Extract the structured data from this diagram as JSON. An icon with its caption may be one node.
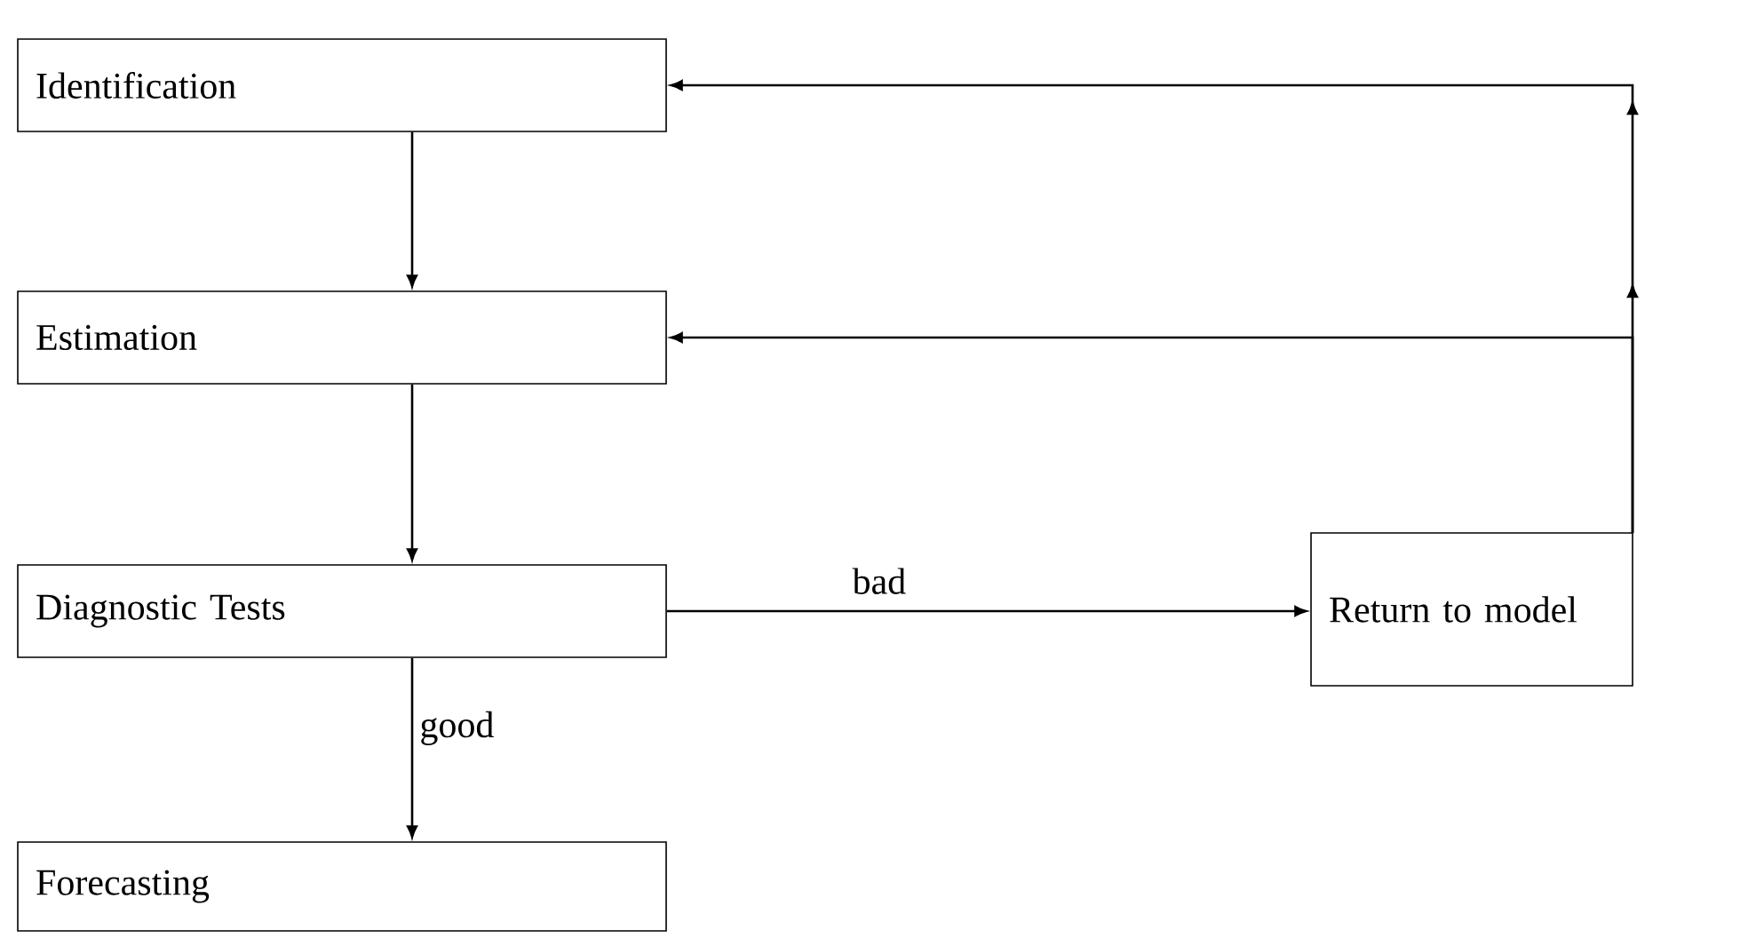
{
  "diagram": {
    "nodes": [
      {
        "text": [
          "Identification"
        ]
      },
      {
        "text": [
          "Estimation"
        ]
      },
      {
        "text": [
          "Diagnostic Tests"
        ]
      },
      {
        "text": [
          "Return to model"
        ]
      },
      {
        "text": [
          "Forecasting"
        ]
      }
    ],
    "edges": [
      {
        "from": 0,
        "to": 1,
        "arrow": "to"
      },
      {
        "from": 1,
        "to": 2,
        "arrow": "to"
      },
      {
        "from": 2,
        "to": 3,
        "arrow": "to",
        "label": "bad"
      },
      {
        "from": 2,
        "to": 4,
        "arrow": "to",
        "label": "good"
      },
      {
        "from": 3,
        "to": 1,
        "arrow": "to"
      },
      {
        "from": 3,
        "to": 0,
        "arrow": "to"
      }
    ]
  }
}
